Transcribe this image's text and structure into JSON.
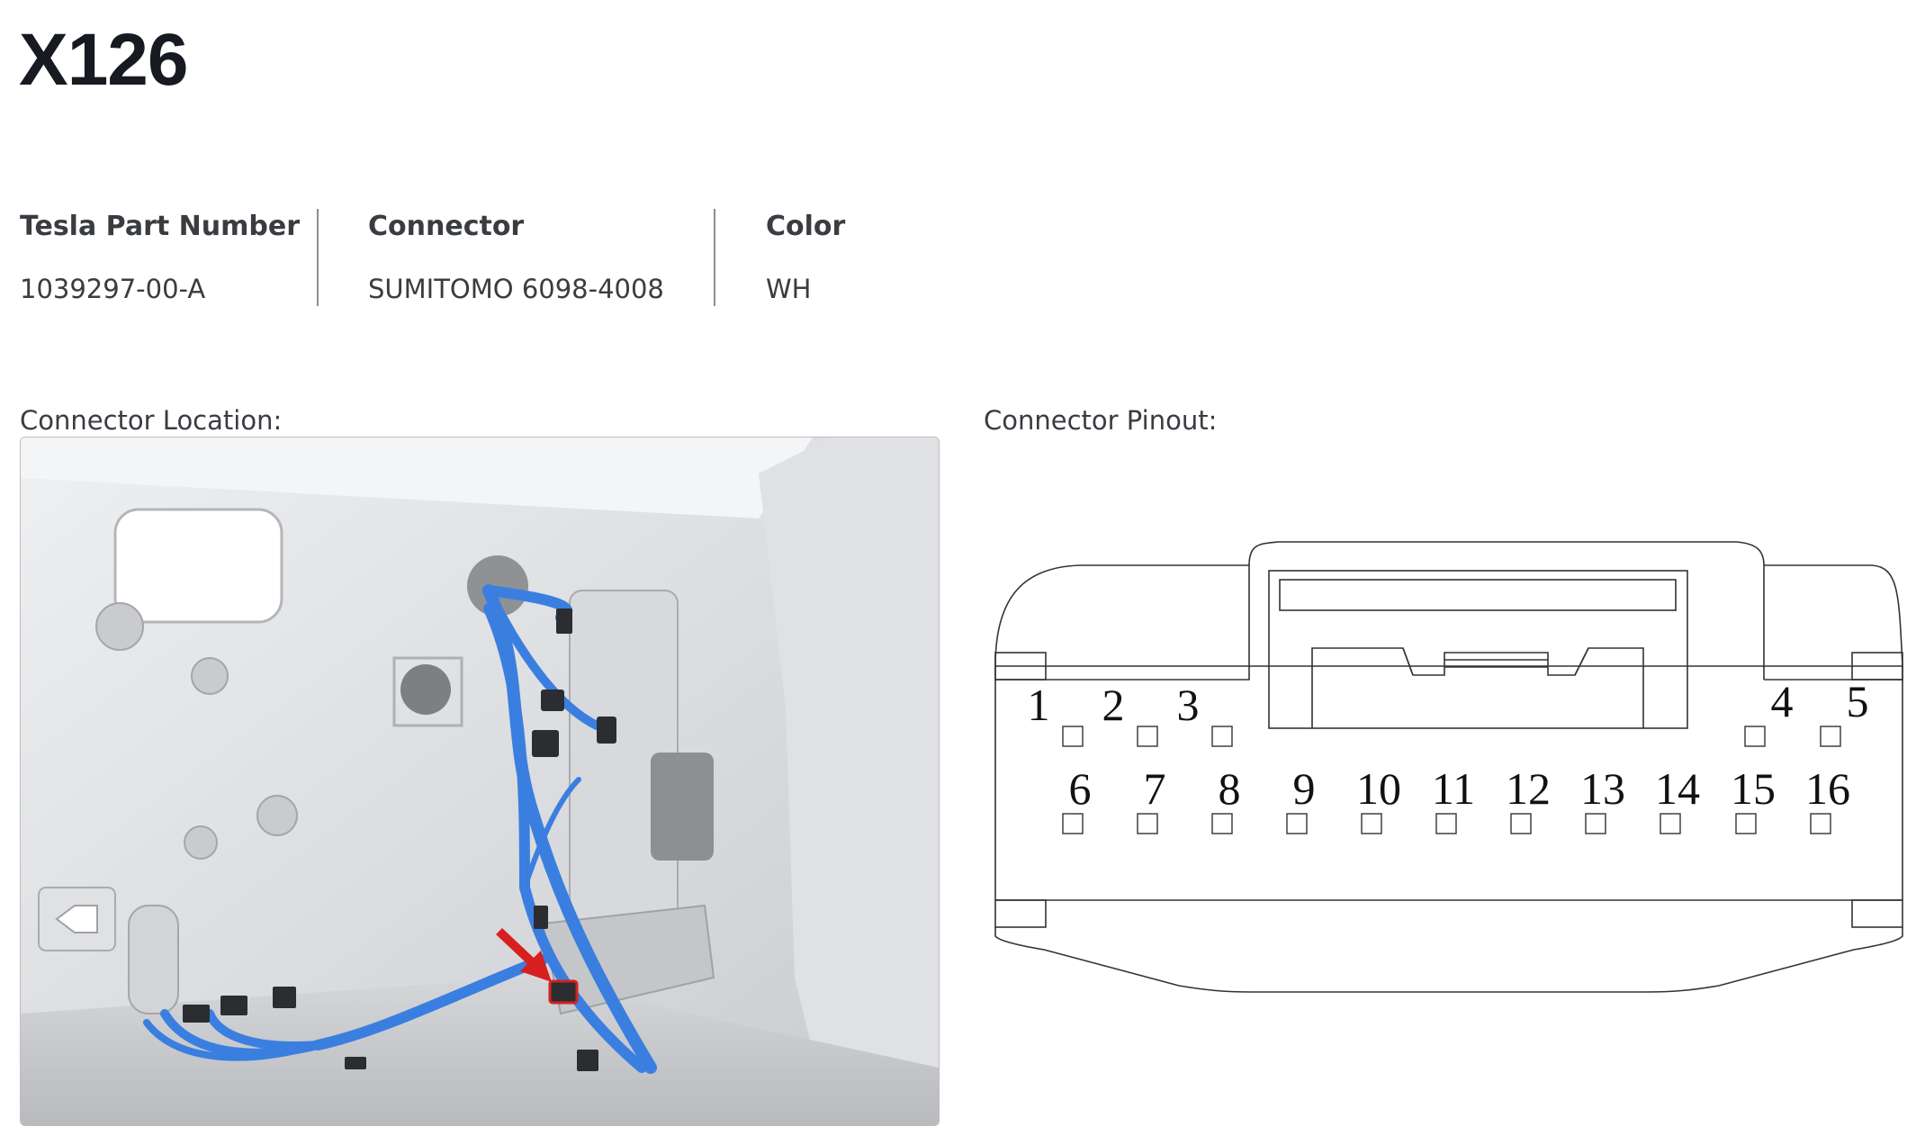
{
  "title": "X126",
  "specs": {
    "part_number_label": "Tesla Part Number",
    "part_number_value": "1039297-00-A",
    "connector_label": "Connector",
    "connector_value": "SUMITOMO 6098-4008",
    "color_label": "Color",
    "color_value": "WH"
  },
  "location_label": "Connector Location:",
  "pinout_label": "Connector Pinout:",
  "pins": [
    "1",
    "2",
    "3",
    "4",
    "5",
    "6",
    "7",
    "8",
    "9",
    "10",
    "11",
    "12",
    "13",
    "14",
    "15",
    "16"
  ],
  "colors": {
    "harness": "#3a7fe0",
    "arrow": "#d81f1f",
    "body_panel": "#e4e5e8"
  }
}
